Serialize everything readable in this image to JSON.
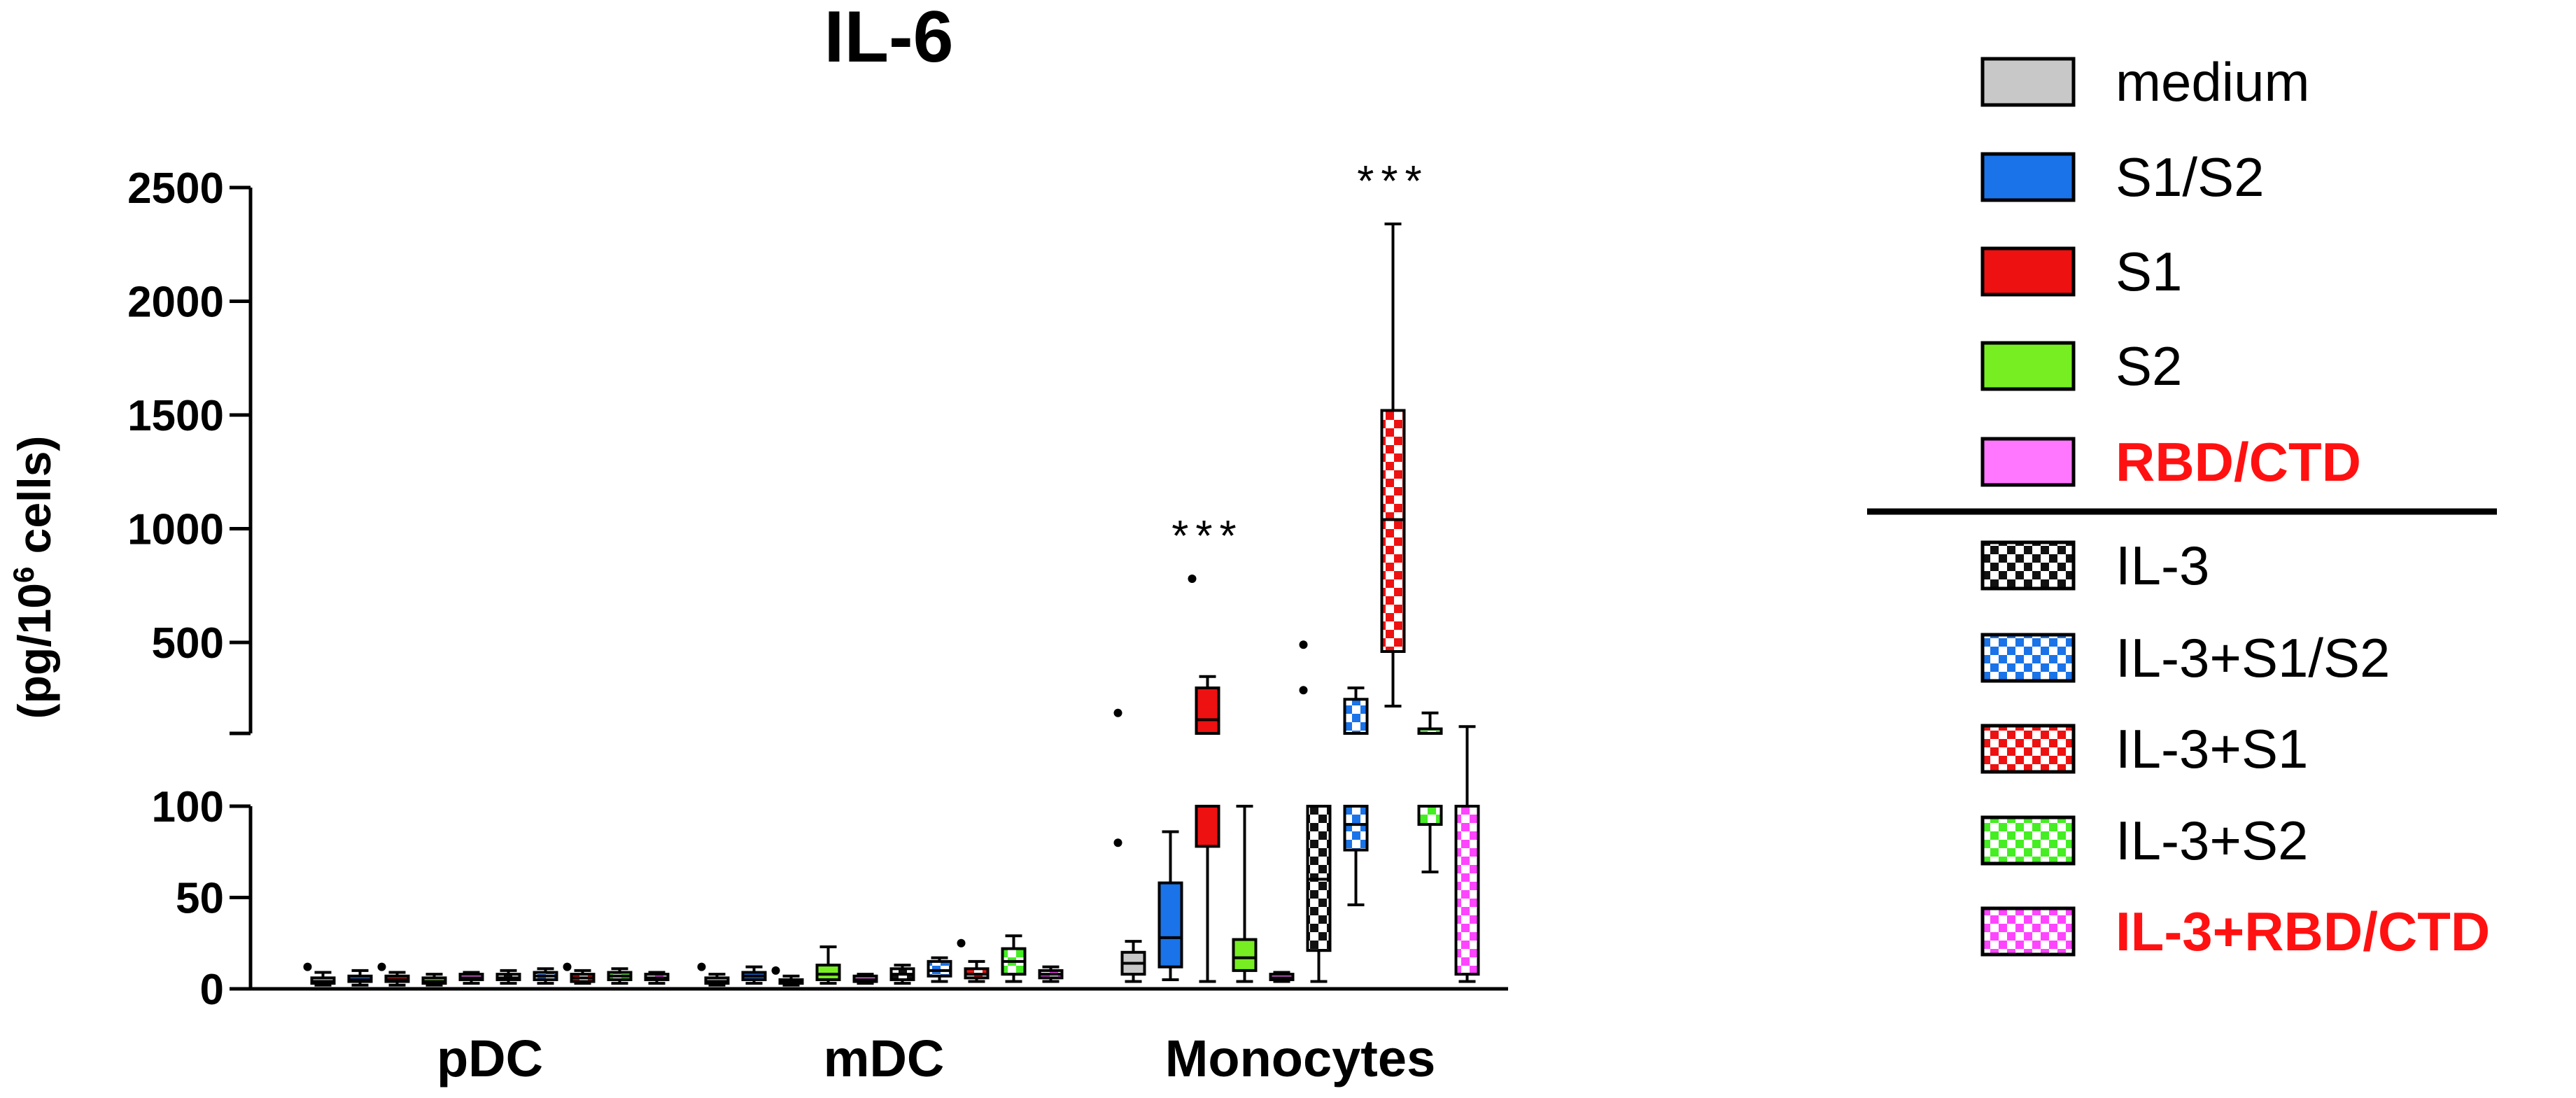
{
  "chart_data": {
    "type": "box",
    "title": "IL-6",
    "ylabel_main": "(pg/10",
    "ylabel_sup": "6",
    "ylabel_tail": " cells)",
    "xlabel": "",
    "y_axis": {
      "segments": [
        {
          "range": [
            0,
            100
          ],
          "ticks": [
            0,
            50,
            100
          ]
        },
        {
          "range": [
            100,
            2500
          ],
          "ticks": [
            500,
            1000,
            1500,
            2000,
            2500
          ]
        }
      ],
      "break_between": [
        100,
        100
      ]
    },
    "categories": [
      "pDC",
      "mDC",
      "Monocytes"
    ],
    "significance": [
      {
        "category": "Monocytes",
        "series": "S1",
        "label": "***"
      },
      {
        "category": "Monocytes",
        "series": "IL-3+S1",
        "label": "***"
      }
    ],
    "series": [
      {
        "name": "medium",
        "color": "#c8c8c8",
        "pattern": "solid",
        "label_color": "#000000"
      },
      {
        "name": "S1/S2",
        "color": "#1a73e8",
        "pattern": "solid",
        "label_color": "#000000"
      },
      {
        "name": "S1",
        "color": "#ee1111",
        "pattern": "solid",
        "label_color": "#000000"
      },
      {
        "name": "S2",
        "color": "#77ee22",
        "pattern": "solid",
        "label_color": "#000000"
      },
      {
        "name": "RBD/CTD",
        "color": "#ff77ff",
        "pattern": "solid",
        "label_color": "#ff1111"
      },
      {
        "name": "IL-3",
        "color": "#111111",
        "pattern": "checker",
        "label_color": "#000000"
      },
      {
        "name": "IL-3+S1/S2",
        "color": "#1a73e8",
        "pattern": "checker",
        "label_color": "#000000"
      },
      {
        "name": "IL-3+S1",
        "color": "#ee1111",
        "pattern": "checker",
        "label_color": "#000000"
      },
      {
        "name": "IL-3+S2",
        "color": "#44ee22",
        "pattern": "checker",
        "label_color": "#000000"
      },
      {
        "name": "IL-3+RBD/CTD",
        "color": "#ff44ff",
        "pattern": "checker",
        "label_color": "#ff1111"
      }
    ],
    "boxes": [
      {
        "category": "pDC",
        "series": "medium",
        "min": 2,
        "q1": 3,
        "median": 4,
        "q3": 6,
        "max": 9,
        "outliers": [
          12
        ]
      },
      {
        "category": "pDC",
        "series": "S1/S2",
        "min": 2,
        "q1": 4,
        "median": 5,
        "q3": 7,
        "max": 10,
        "outliers": []
      },
      {
        "category": "pDC",
        "series": "S1",
        "min": 2,
        "q1": 4,
        "median": 5,
        "q3": 7,
        "max": 9,
        "outliers": [
          12
        ]
      },
      {
        "category": "pDC",
        "series": "S2",
        "min": 2,
        "q1": 3,
        "median": 4,
        "q3": 6,
        "max": 8,
        "outliers": []
      },
      {
        "category": "pDC",
        "series": "RBD/CTD",
        "min": 3,
        "q1": 5,
        "median": 6,
        "q3": 8,
        "max": 9,
        "outliers": []
      },
      {
        "category": "pDC",
        "series": "IL-3",
        "min": 3,
        "q1": 5,
        "median": 6,
        "q3": 8,
        "max": 10,
        "outliers": []
      },
      {
        "category": "pDC",
        "series": "IL-3+S1/S2",
        "min": 3,
        "q1": 5,
        "median": 7,
        "q3": 9,
        "max": 11,
        "outliers": []
      },
      {
        "category": "pDC",
        "series": "IL-3+S1",
        "min": 3,
        "q1": 4,
        "median": 6,
        "q3": 8,
        "max": 10,
        "outliers": [
          12
        ]
      },
      {
        "category": "pDC",
        "series": "IL-3+S2",
        "min": 3,
        "q1": 5,
        "median": 7,
        "q3": 9,
        "max": 11,
        "outliers": []
      },
      {
        "category": "pDC",
        "series": "IL-3+RBD/CTD",
        "min": 3,
        "q1": 5,
        "median": 6,
        "q3": 8,
        "max": 9,
        "outliers": []
      },
      {
        "category": "mDC",
        "series": "medium",
        "min": 2,
        "q1": 3,
        "median": 4,
        "q3": 6,
        "max": 8,
        "outliers": [
          12
        ]
      },
      {
        "category": "mDC",
        "series": "S1/S2",
        "min": 3,
        "q1": 5,
        "median": 7,
        "q3": 9,
        "max": 12,
        "outliers": []
      },
      {
        "category": "mDC",
        "series": "S1",
        "min": 2,
        "q1": 3,
        "median": 4,
        "q3": 5,
        "max": 7,
        "outliers": [
          10
        ]
      },
      {
        "category": "mDC",
        "series": "S2",
        "min": 3,
        "q1": 5,
        "median": 8,
        "q3": 13,
        "max": 23,
        "outliers": []
      },
      {
        "category": "mDC",
        "series": "RBD/CTD",
        "min": 3,
        "q1": 4,
        "median": 5,
        "q3": 7,
        "max": 8,
        "outliers": []
      },
      {
        "category": "mDC",
        "series": "IL-3",
        "min": 3,
        "q1": 5,
        "median": 8,
        "q3": 11,
        "max": 13,
        "outliers": []
      },
      {
        "category": "mDC",
        "series": "IL-3+S1/S2",
        "min": 4,
        "q1": 7,
        "median": 10,
        "q3": 15,
        "max": 17,
        "outliers": []
      },
      {
        "category": "mDC",
        "series": "IL-3+S1",
        "min": 4,
        "q1": 6,
        "median": 8,
        "q3": 11,
        "max": 15,
        "outliers": [
          25
        ]
      },
      {
        "category": "mDC",
        "series": "IL-3+S2",
        "min": 4,
        "q1": 8,
        "median": 15,
        "q3": 22,
        "max": 29,
        "outliers": []
      },
      {
        "category": "mDC",
        "series": "IL-3+RBD/CTD",
        "min": 4,
        "q1": 6,
        "median": 8,
        "q3": 10,
        "max": 12,
        "outliers": []
      },
      {
        "category": "Monocytes",
        "series": "medium",
        "min": 4,
        "q1": 8,
        "median": 14,
        "q3": 20,
        "max": 26,
        "outliers": [
          80,
          190
        ]
      },
      {
        "category": "Monocytes",
        "series": "S1/S2",
        "min": 5,
        "q1": 12,
        "median": 28,
        "q3": 58,
        "max": 86,
        "outliers": []
      },
      {
        "category": "Monocytes",
        "series": "S1",
        "min": 4,
        "q1": 78,
        "median": 160,
        "q3": 300,
        "max": 350,
        "outliers": [
          780
        ]
      },
      {
        "category": "Monocytes",
        "series": "S2",
        "min": 4,
        "q1": 10,
        "median": 17,
        "q3": 27,
        "max": 100,
        "outliers": []
      },
      {
        "category": "Monocytes",
        "series": "RBD/CTD",
        "min": 4,
        "q1": 5,
        "median": 6,
        "q3": 8,
        "max": 9,
        "outliers": []
      },
      {
        "category": "Monocytes",
        "series": "IL-3",
        "min": 4,
        "q1": 21,
        "median": 60,
        "q3": 100,
        "max": 100,
        "outliers": [
          290,
          490
        ]
      },
      {
        "category": "Monocytes",
        "series": "IL-3+S1/S2",
        "min": 46,
        "q1": 76,
        "median": 90,
        "q3": 250,
        "max": 300,
        "outliers": []
      },
      {
        "category": "Monocytes",
        "series": "IL-3+S1",
        "min": 220,
        "q1": 460,
        "median": 1040,
        "q3": 1520,
        "max": 2340,
        "outliers": []
      },
      {
        "category": "Monocytes",
        "series": "IL-3+S2",
        "min": 64,
        "q1": 90,
        "median": 100,
        "q3": 120,
        "max": 190,
        "outliers": []
      },
      {
        "category": "Monocytes",
        "series": "IL-3+RBD/CTD",
        "min": 4,
        "q1": 8,
        "median": 100,
        "q3": 100,
        "max": 130,
        "outliers": []
      }
    ]
  }
}
